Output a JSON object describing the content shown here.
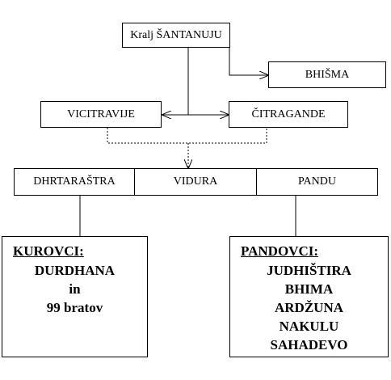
{
  "nodes": {
    "santanu": "Kralj ŠANTANUJU",
    "bhisma": "BHIŠMA",
    "vicitravije": "VICITRAVIJE",
    "citragande": "ČITRAGANDE",
    "dhrtarastra": "DHRTARAŠTRA",
    "vidura": "VIDURA",
    "pandu": "PANDU"
  },
  "kurovci": {
    "heading": "KUROVCI:",
    "members": [
      "DURDHANA",
      "in",
      "99 bratov"
    ]
  },
  "pandovci": {
    "heading": "PANDOVCI:",
    "members": [
      "JUDHIŠTIRA",
      "BHIMA",
      "ARDŽUNA",
      "NAKULU",
      "SAHADEVO"
    ]
  }
}
